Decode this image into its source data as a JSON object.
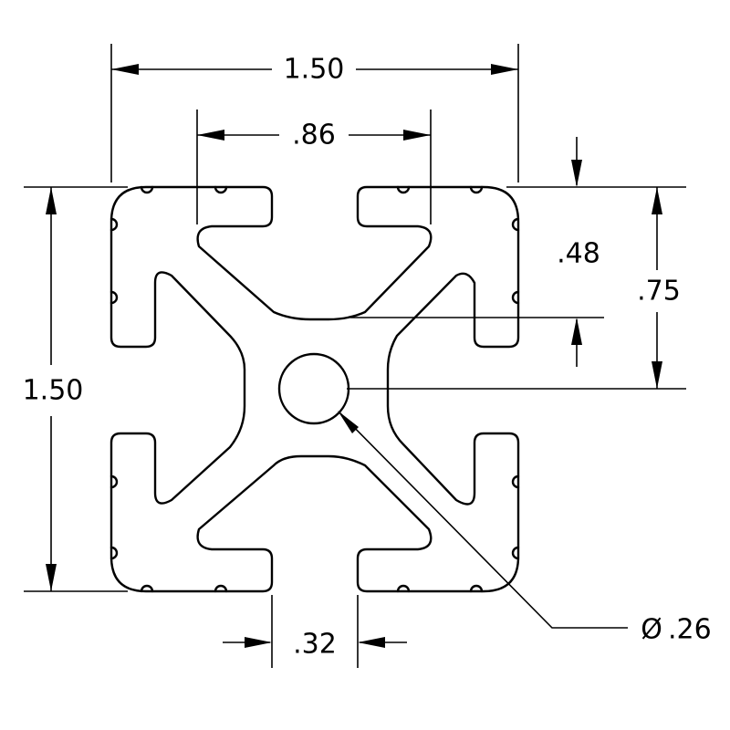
{
  "dimensions": {
    "overall_width": "1.50",
    "slot_spacing": ".86",
    "overall_height": "1.50",
    "half_height": ".75",
    "slot_depth": ".48",
    "slot_opening": ".32",
    "center_hole_symbol": "Ø",
    "center_hole_diameter": ".26"
  }
}
